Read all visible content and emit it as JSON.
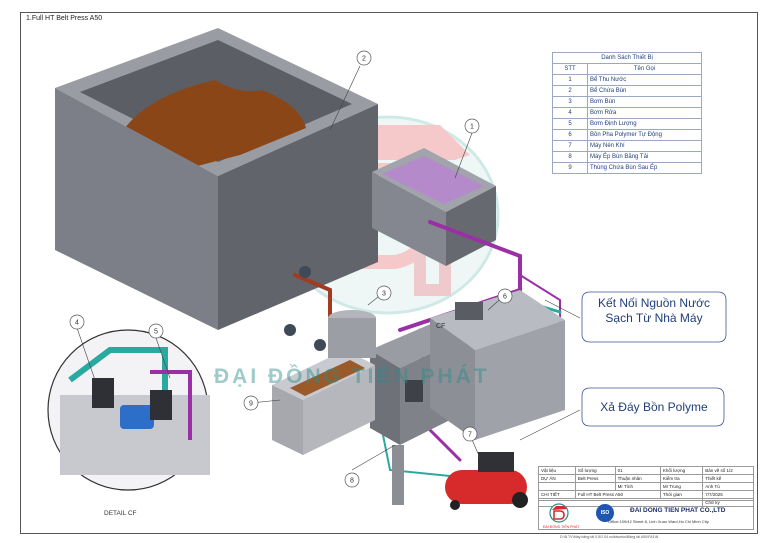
{
  "sheet": {
    "title": "1.Full HT Belt Press A50",
    "detail_label": "DETAIL CF",
    "cf_marker": "CF"
  },
  "watermark": {
    "text": "ĐẠI ĐỒNG TIẾN PHÁT",
    "color": "#2a8b8a"
  },
  "callout_numbers": [
    "1",
    "2",
    "3",
    "4",
    "5",
    "6",
    "7",
    "8",
    "9"
  ],
  "equipment_list": {
    "caption": "Danh Sách Thiết Bị",
    "headers": {
      "stt": "STT",
      "name": "Tên Gọi"
    },
    "rows": [
      {
        "stt": "1",
        "name": "Bể Thu Nước"
      },
      {
        "stt": "2",
        "name": "Bể Chứa Bùn"
      },
      {
        "stt": "3",
        "name": "Bơm Bùn"
      },
      {
        "stt": "4",
        "name": "Bơm Rửa"
      },
      {
        "stt": "5",
        "name": "Bơm Định Lượng"
      },
      {
        "stt": "6",
        "name": "Bồn Pha Polymer Tự Động"
      },
      {
        "stt": "7",
        "name": "Máy Nén Khí"
      },
      {
        "stt": "8",
        "name": "Máy Ép Bùn Băng Tải"
      },
      {
        "stt": "9",
        "name": "Thùng Chứa Bùn Sau Ép"
      }
    ]
  },
  "annotations": {
    "clean_water_line1": "Kết Nối Nguồn Nước",
    "clean_water_line2": "Sạch Từ Nhà Máy",
    "drain": "Xả Đáy Bồn Polyme"
  },
  "title_block": {
    "vat_lieu": "Vật liệu",
    "so_luong": "Số lượng",
    "so_luong_val": "01",
    "khoi_luong": "Khối lượng",
    "ban_ve_so": "Bản vẽ số 1/2",
    "du_an": "DỰ ÁN",
    "project": "Belt Press",
    "thuan_nhan": "Thuận nhân",
    "kiem_tra": "Kiểm tra",
    "thiet_ke": "Thiết kế",
    "thoi_gian": "Thời gian",
    "thuan_nhan_val": "Mr Tình",
    "kiem_tra_val": "Mr Trung",
    "thiet_ke_val": "Anh Tú",
    "date": "7/7/2025",
    "chi_tiet": "CHI TIẾT",
    "detail_name": "Full HT Belt Press A50",
    "chu_ky": "Chữ ký",
    "company": "ĐAI DONG TIEN PHAT CO.,LTD",
    "address": "Office:109/42 Street 8, Linh Xuan Ward,Ho Chi Minh City.",
    "logo_caption": "ĐẠI ĐỒNG TIẾN PHÁT",
    "iso": "ISO",
    "footnote": "D:\\B.TV\\Máy băng tải 0.5\\2.04 solidworks\\Băng tải A50\\FA1\\N"
  },
  "colors": {
    "tank_gray": "#7d7f88",
    "tank_side": "#5f6169",
    "sludge": "#8a4616",
    "pipe_purple": "#9b2fa6",
    "pipe_teal": "#2aa9a0",
    "compressor_red": "#d72a2a",
    "callout_blue": "#1f3e7a"
  }
}
